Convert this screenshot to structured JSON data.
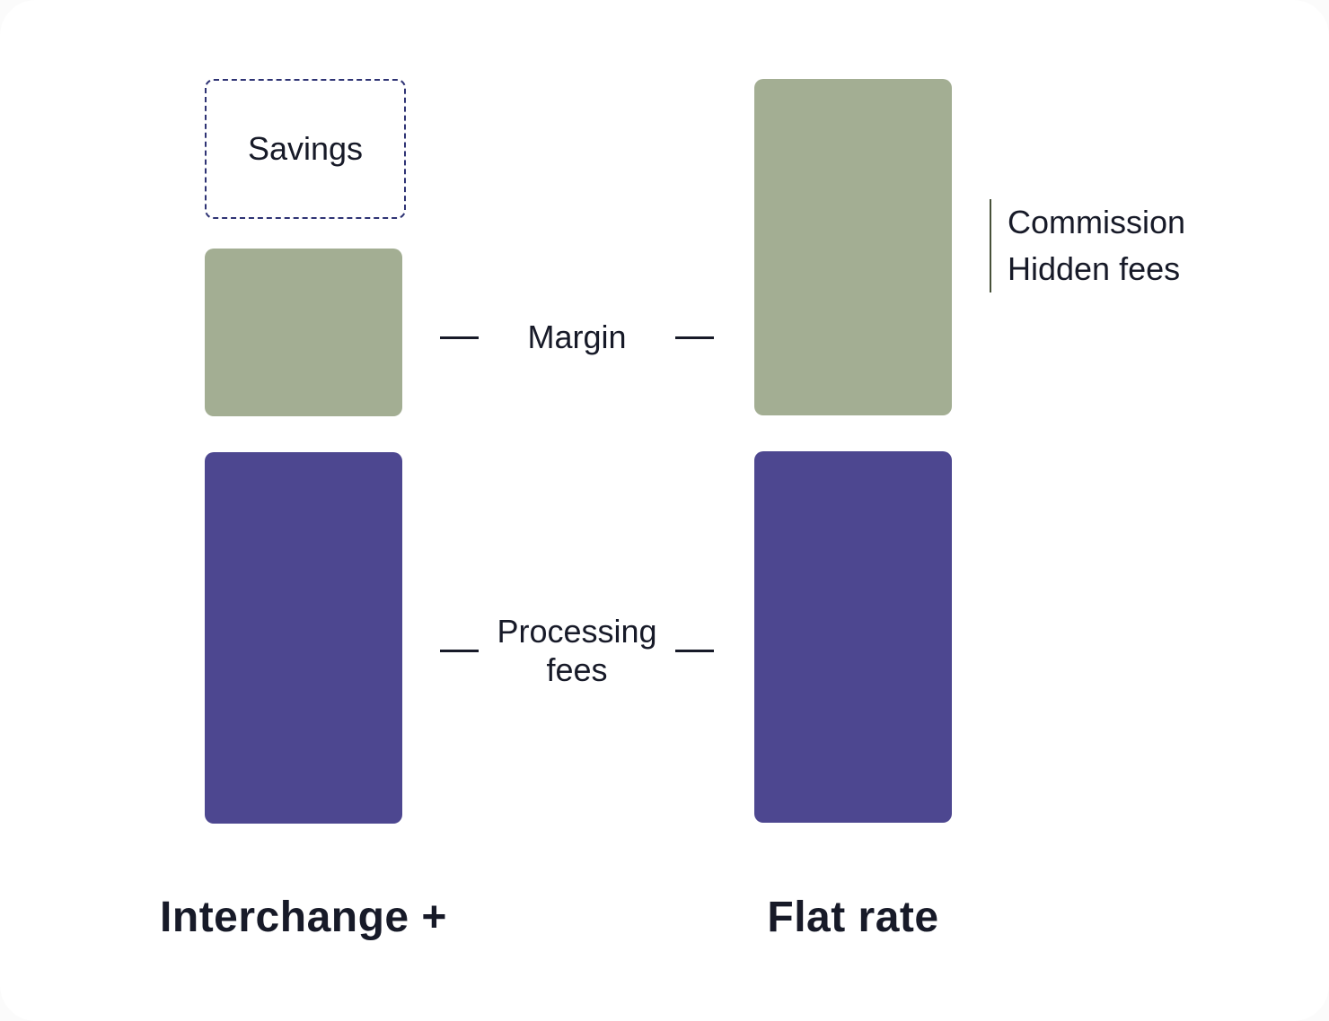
{
  "diagram": {
    "columns": [
      {
        "id": "interchange-plus",
        "label": "Interchange +",
        "segments": [
          {
            "name": "savings",
            "label": "Savings",
            "style": "dashed-outline"
          },
          {
            "name": "margin",
            "style": "green"
          },
          {
            "name": "processing-fees",
            "style": "purple"
          }
        ]
      },
      {
        "id": "flat-rate",
        "label": "Flat rate",
        "segments": [
          {
            "name": "margin-including-commission-and-hidden-fees",
            "style": "green"
          },
          {
            "name": "processing-fees",
            "style": "purple"
          }
        ]
      }
    ],
    "shared_labels": [
      {
        "id": "margin",
        "text": "Margin"
      },
      {
        "id": "processing-fees",
        "text": "Processing fees"
      }
    ],
    "annotation": {
      "items": [
        "Commission",
        "Hidden fees"
      ]
    }
  },
  "colors": {
    "green": "#a3ae93",
    "purple": "#4d4790",
    "dashed-border": "#2e3374",
    "text": "#171a28",
    "annotation-line": "#475139",
    "background": "#fbfbfb",
    "surface": "#ffffff"
  }
}
